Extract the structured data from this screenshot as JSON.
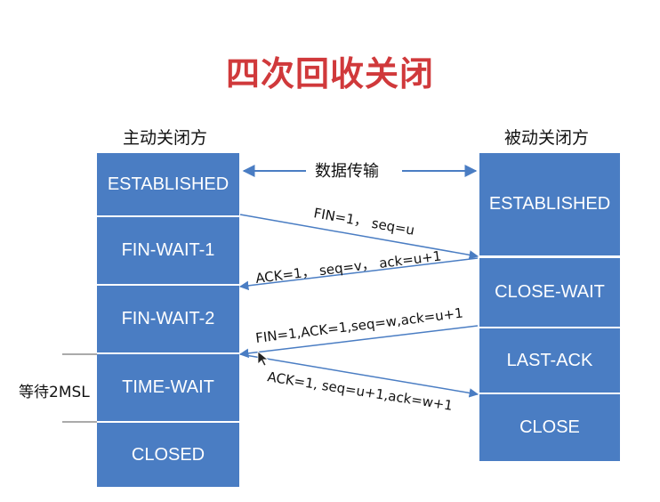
{
  "title": "四次回收关闭",
  "active_closer": {
    "label": "主动关闭方",
    "states": [
      "ESTABLISHED",
      "FIN-WAIT-1",
      "FIN-WAIT-2",
      "TIME-WAIT",
      "CLOSED"
    ]
  },
  "passive_closer": {
    "label": "被动关闭方",
    "states": [
      "ESTABLISHED",
      "CLOSE-WAIT",
      "LAST-ACK",
      "CLOSE"
    ]
  },
  "data_transfer_label": "数据传输",
  "wait_note": "等待2MSL",
  "messages": [
    {
      "text": "FIN=1， seq=u"
    },
    {
      "text": "ACK=1， seq=v， ack=u+1"
    },
    {
      "text": "FIN=1,ACK=1,seq=w,ack=u+1"
    },
    {
      "text": "ACK=1, seq=u+1,ack=w+1"
    }
  ],
  "colors": {
    "state_fill": "#4a7dc3",
    "title": "#d0393b",
    "arrow": "#4a7dc3"
  }
}
